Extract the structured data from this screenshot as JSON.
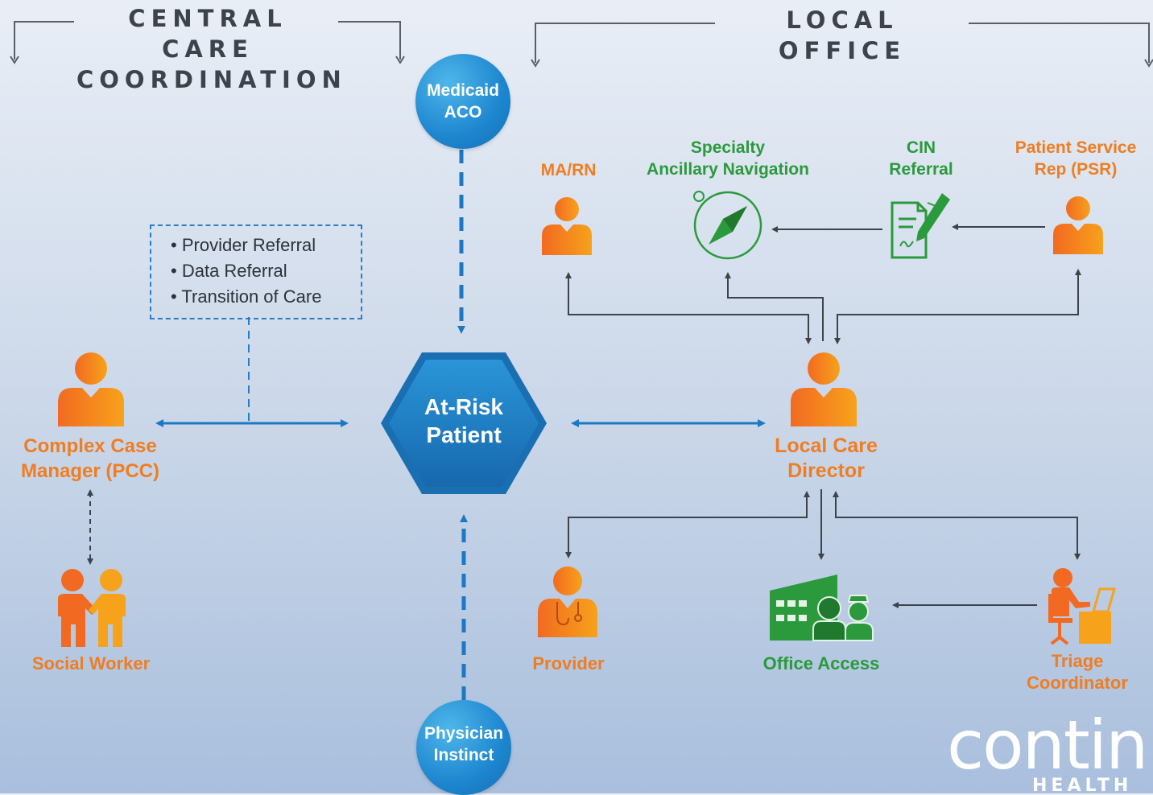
{
  "headers": {
    "central_line1": "CENTRAL CARE",
    "central_line2": "COORDINATION",
    "local": "LOCAL OFFICE"
  },
  "center": {
    "line1": "At-Risk",
    "line2": "Patient"
  },
  "medicaid": {
    "line1": "Medicaid",
    "line2": "ACO"
  },
  "physician": {
    "line1": "Physician",
    "line2": "Instinct"
  },
  "referral_box": {
    "items": [
      "Provider Referral",
      "Data Referral",
      "Transition of Care"
    ]
  },
  "roles": {
    "pcc_line1": "Complex Case",
    "pcc_line2": "Manager (PCC)",
    "social_worker": "Social Worker",
    "lcd_line1": "Local Care",
    "lcd_line2": "Director",
    "ma_rn": "MA/RN",
    "specialty_line1": "Specialty",
    "specialty_line2": "Ancillary Navigation",
    "cin_line1": "CIN",
    "cin_line2": "Referral",
    "psr_line1": "Patient Service",
    "psr_line2": "Rep (PSR)",
    "provider": "Provider",
    "office_access": "Office Access",
    "triage_line1": "Triage",
    "triage_line2": "Coordinator"
  },
  "logo": {
    "line1": "contin",
    "line2": "HEALTH"
  },
  "colors": {
    "orange": "#ef7d22",
    "green": "#2a9a3c",
    "blue": "#1d86cf",
    "arrow": "#3d434a"
  },
  "icons": [
    "person-icon",
    "handshake-icon",
    "compass-icon",
    "document-pen-icon",
    "doctor-icon",
    "office-building-icon",
    "desk-worker-icon"
  ]
}
